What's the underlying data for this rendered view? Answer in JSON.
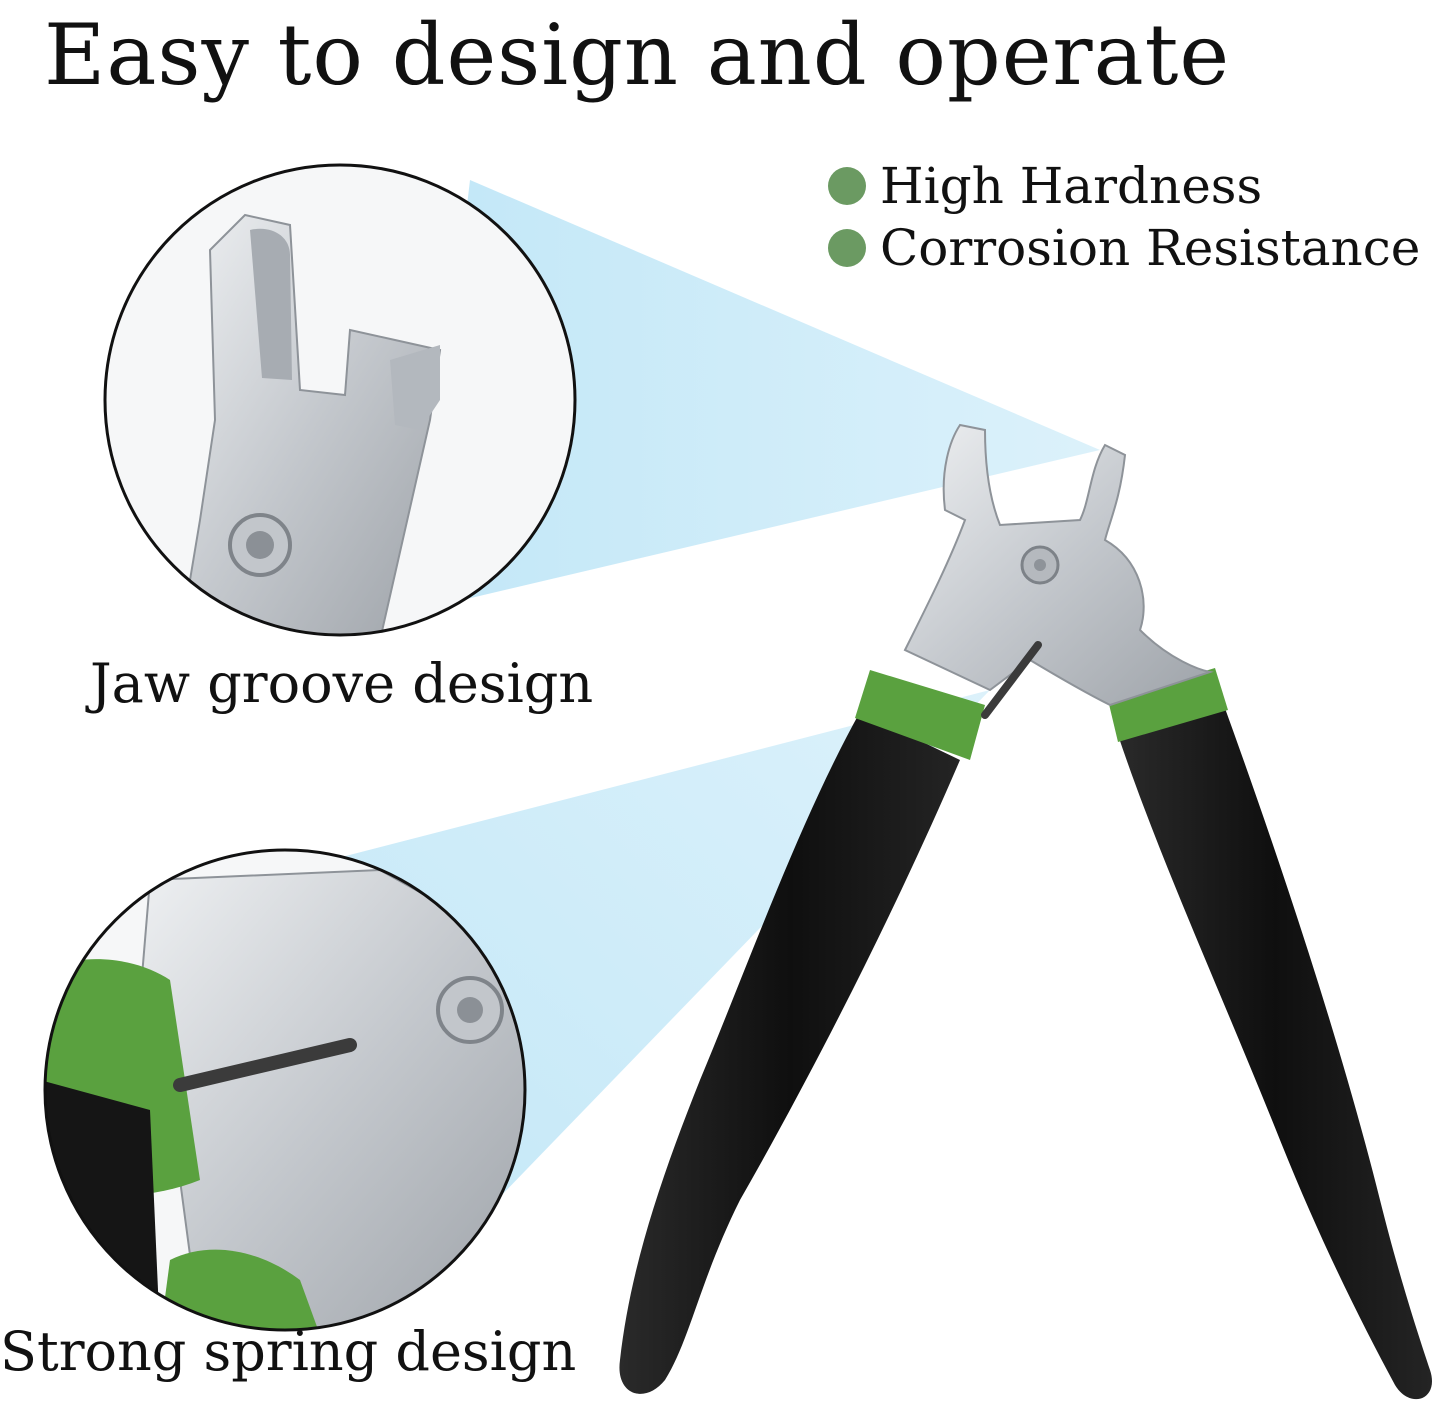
{
  "headline": "Easy to design and operate",
  "features": [
    {
      "label": "High Hardness",
      "icon": "green-dot-icon"
    },
    {
      "label": "Corrosion Resistance",
      "icon": "green-dot-icon"
    }
  ],
  "callouts": {
    "jaw": "Jaw groove design",
    "spring": "Strong spring design"
  },
  "colors": {
    "bullet": "#6b9a62",
    "handle_black": "#151515",
    "sleeve_green": "#5aa13f",
    "metal": "#c9ccd0",
    "callout_beam": "#bfe6f7"
  }
}
